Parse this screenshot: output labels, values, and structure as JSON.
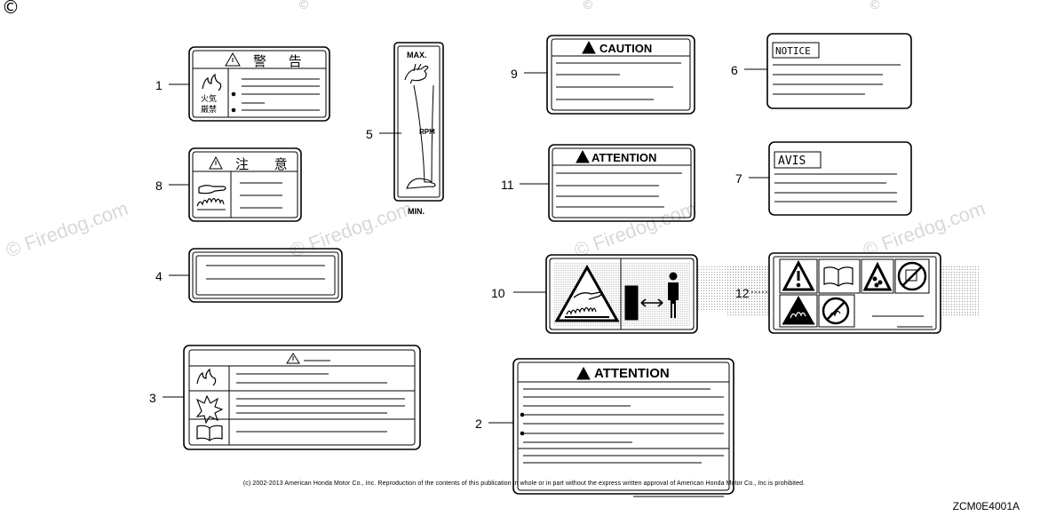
{
  "copyright_symbol": "©",
  "watermark": "© Firedog.com",
  "callouts": [
    "1",
    "2",
    "3",
    "4",
    "5",
    "6",
    "7",
    "8",
    "9",
    "10",
    "11",
    "12"
  ],
  "labels": {
    "label1_title": "警 告",
    "label1_icon_text_1": "火気",
    "label1_icon_text_2": "厳禁",
    "label5_max": "MAX.",
    "label5_rpm": "RPM",
    "label5_min": "MIN.",
    "label8_title": "注 意",
    "label9_title": "CAUTION",
    "label11_title": "ATTENTION",
    "label2_title": "ATTENTION",
    "label6_title": "NOTICE",
    "label7_title": "AVIS"
  },
  "footer_text": "(c) 2002-2013 American Honda Motor Co., Inc. Reproduction of the contents of this publication in whole or in part without the express written approval of American Honda Motor Co., Inc is prohibited.",
  "diagram_code": "ZCM0E4001A",
  "colors": {
    "line": "#000000",
    "watermark": "#d8d8d8",
    "stipple": "#9a9a9a"
  }
}
